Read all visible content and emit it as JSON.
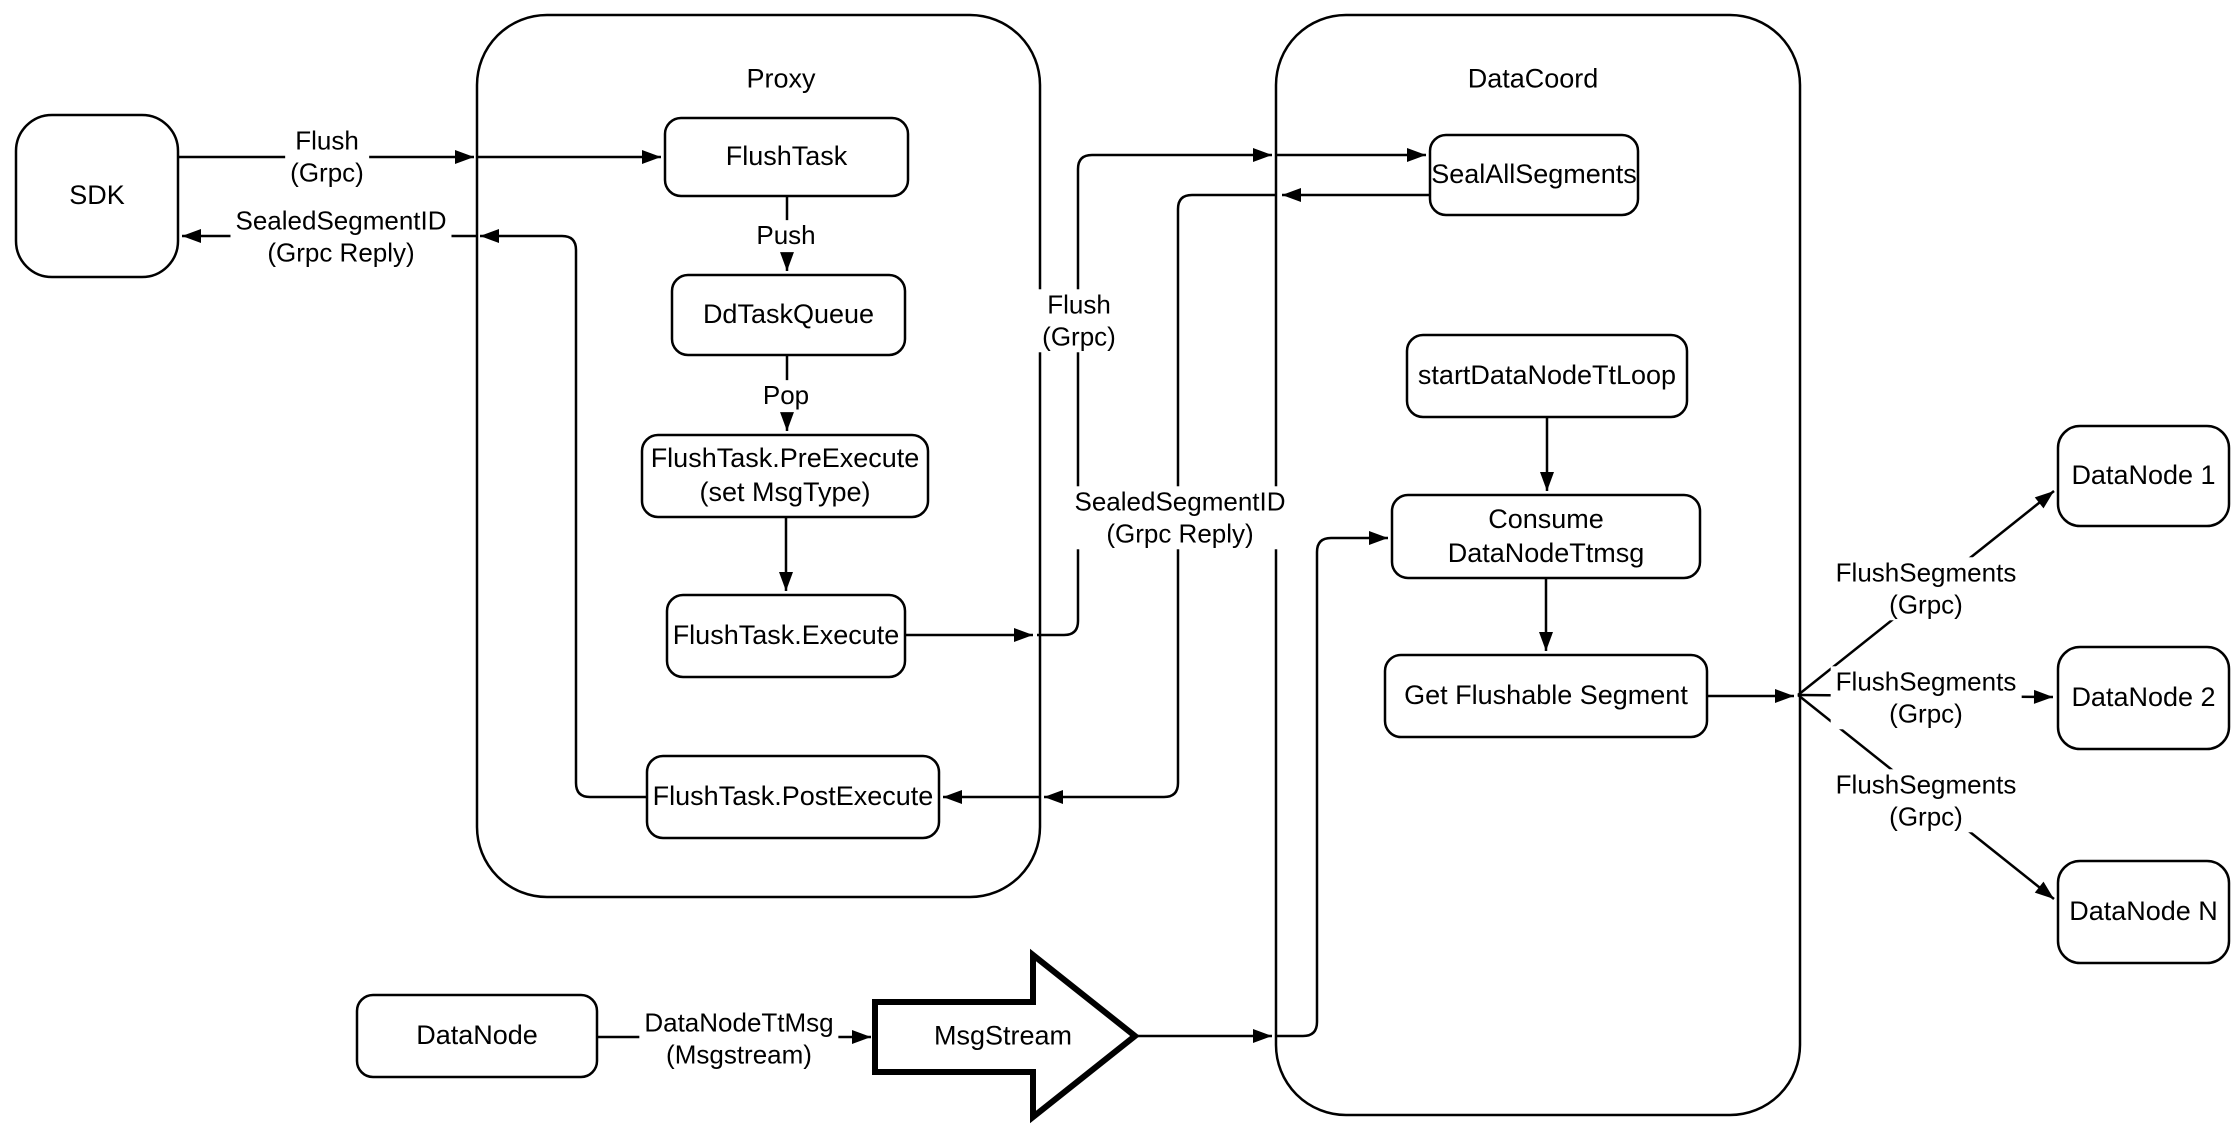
{
  "colors": {
    "stroke": "#000000",
    "background": "#ffffff"
  },
  "containers": {
    "proxy": {
      "title": "Proxy"
    },
    "datacoord": {
      "title": "DataCoord"
    }
  },
  "nodes": {
    "sdk": {
      "label": "SDK"
    },
    "flushtask": {
      "label": "FlushTask"
    },
    "ddtaskqueue": {
      "label": "DdTaskQueue"
    },
    "preexecute": {
      "line1": "FlushTask.PreExecute",
      "line2": "(set MsgType)"
    },
    "execute": {
      "label": "FlushTask.Execute"
    },
    "postexecute": {
      "label": "FlushTask.PostExecute"
    },
    "sealallsegments": {
      "label": "SealAllSegments"
    },
    "startdatanodettloop": {
      "label": "startDataNodeTtLoop"
    },
    "consumedatanodettmsg": {
      "label": "Consume DataNodeTtmsg"
    },
    "getflushablesegment": {
      "label": "Get Flushable Segment"
    },
    "datanode1": {
      "label": "DataNode 1"
    },
    "datanode2": {
      "label": "DataNode 2"
    },
    "datanoden": {
      "label": "DataNode N"
    },
    "datanode": {
      "label": "DataNode"
    },
    "msgstream": {
      "label": "MsgStream"
    }
  },
  "edge_labels": {
    "flush_sdk": {
      "line1": "Flush",
      "line2": "(Grpc)"
    },
    "sealed_sdk": {
      "line1": "SealedSegmentID",
      "line2": "(Grpc Reply)"
    },
    "push": {
      "line1": "Push"
    },
    "pop": {
      "line1": "Pop"
    },
    "flush_mid": {
      "line1": "Flush",
      "line2": "(Grpc)"
    },
    "sealed_mid": {
      "line1": "SealedSegmentID",
      "line2": "(Grpc Reply)"
    },
    "flushsegments_1": {
      "line1": "FlushSegments",
      "line2": "(Grpc)"
    },
    "flushsegments_2": {
      "line1": "FlushSegments",
      "line2": "(Grpc)"
    },
    "flushsegments_3": {
      "line1": "FlushSegments",
      "line2": "(Grpc)"
    },
    "datanodettmsg": {
      "line1": "DataNodeTtMsg",
      "line2": "(Msgstream)"
    }
  }
}
